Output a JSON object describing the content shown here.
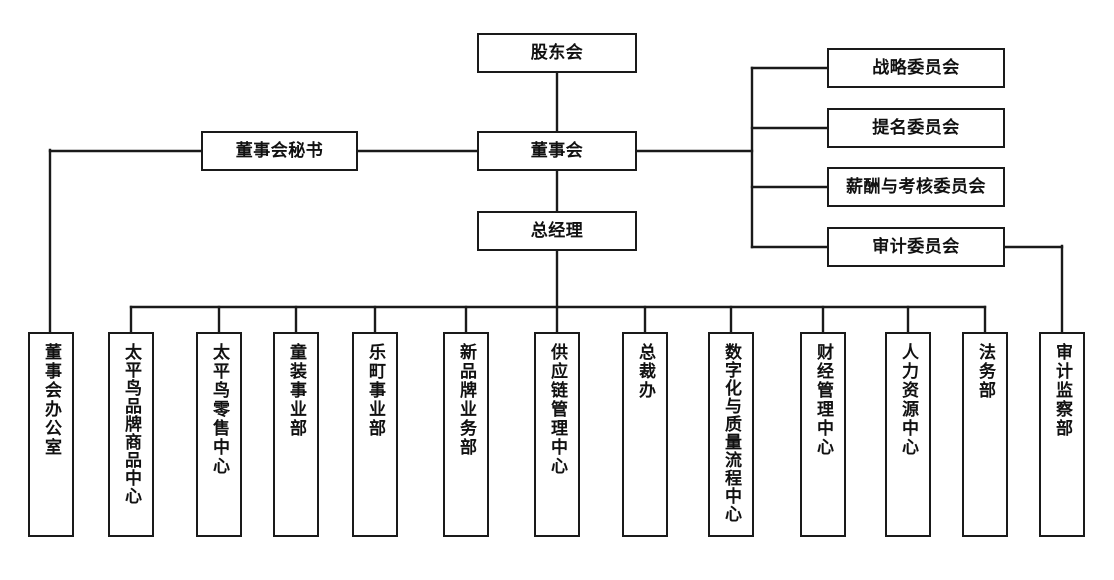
{
  "chart": {
    "type": "org-chart",
    "title": "",
    "orientation": "top-down",
    "line_color": "#1a1a1a",
    "box_border_color": "#1a1a1a",
    "box_fill_color": "#ffffff",
    "background_color": "#ffffff"
  },
  "nodes": {
    "shareholders_meeting": {
      "label": "股东会",
      "level": 1
    },
    "board_of_directors": {
      "label": "董事会",
      "level": 2
    },
    "board_secretary": {
      "label": "董事会秘书",
      "level": 2
    },
    "general_manager": {
      "label": "总经理",
      "level": 3
    }
  },
  "committees": [
    {
      "label": "战略委员会"
    },
    {
      "label": "提名委员会"
    },
    {
      "label": "薪酬与考核委员会"
    },
    {
      "label": "审计委员会"
    }
  ],
  "departments": [
    {
      "label": "董事会办公室"
    },
    {
      "label": "太平鸟品牌商品中心"
    },
    {
      "label": "太平鸟零售中心"
    },
    {
      "label": "童装事业部"
    },
    {
      "label": "乐町事业部"
    },
    {
      "label": "新品牌业务部"
    },
    {
      "label": "供应链管理中心"
    },
    {
      "label": "总裁办"
    },
    {
      "label": "数字化与质量流程中心"
    },
    {
      "label": "财经管理中心"
    },
    {
      "label": "人力资源中心"
    },
    {
      "label": "法务部"
    },
    {
      "label": "审计监察部"
    }
  ],
  "relations": [
    {
      "from": "股东会",
      "to": "董事会"
    },
    {
      "from": "董事会",
      "to": "董事会秘书"
    },
    {
      "from": "董事会",
      "to": "总经理"
    },
    {
      "from": "董事会",
      "to": "战略委员会"
    },
    {
      "from": "董事会",
      "to": "提名委员会"
    },
    {
      "from": "董事会",
      "to": "薪酬与考核委员会"
    },
    {
      "from": "董事会",
      "to": "审计委员会"
    },
    {
      "from": "董事会秘书",
      "to": "董事会办公室"
    },
    {
      "from": "审计委员会",
      "to": "审计监察部"
    },
    {
      "from": "总经理",
      "to": "太平鸟品牌商品中心"
    },
    {
      "from": "总经理",
      "to": "太平鸟零售中心"
    },
    {
      "from": "总经理",
      "to": "童装事业部"
    },
    {
      "from": "总经理",
      "to": "乐町事业部"
    },
    {
      "from": "总经理",
      "to": "新品牌业务部"
    },
    {
      "from": "总经理",
      "to": "供应链管理中心"
    },
    {
      "from": "总经理",
      "to": "总裁办"
    },
    {
      "from": "总经理",
      "to": "数字化与质量流程中心"
    },
    {
      "from": "总经理",
      "to": "财经管理中心"
    },
    {
      "from": "总经理",
      "to": "人力资源中心"
    },
    {
      "from": "总经理",
      "to": "法务部"
    }
  ]
}
